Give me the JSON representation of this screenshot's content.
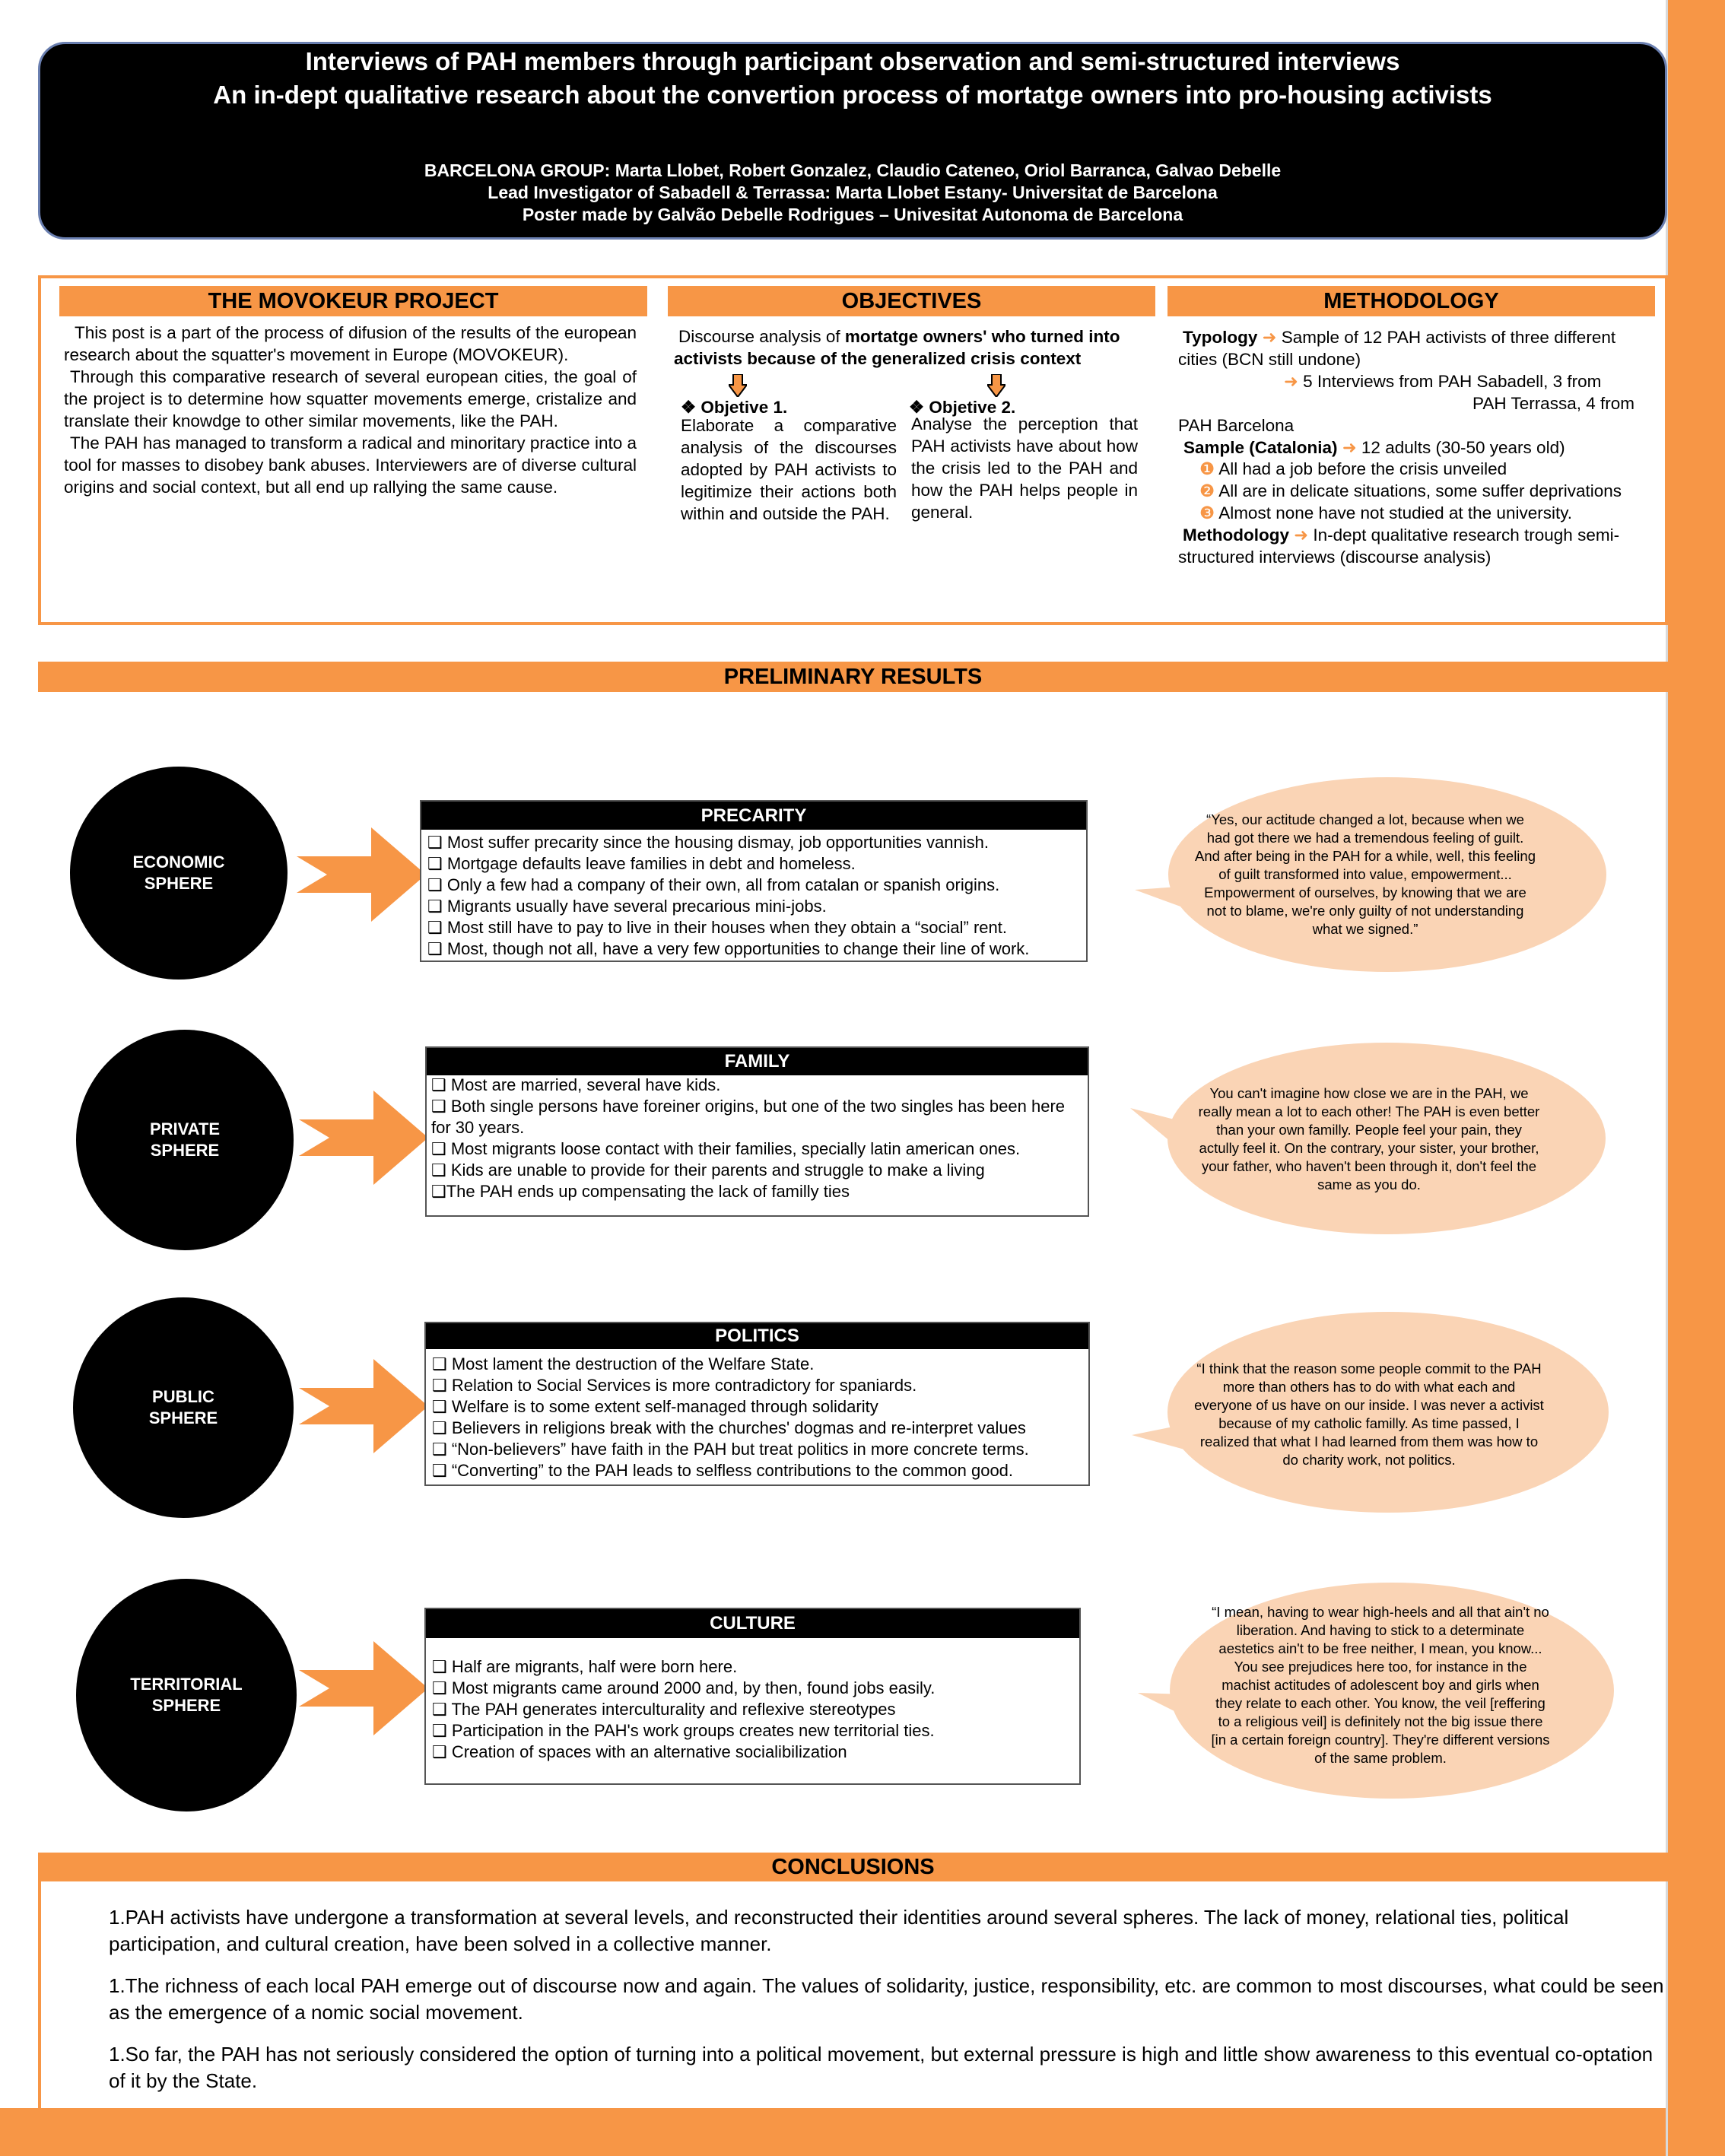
{
  "colors": {
    "accent": "#F79646",
    "bubble": "#FAD4B5",
    "header_bg": "#000000"
  },
  "header": {
    "title1": "Interviews of PAH members through participant observation and semi-structured interviews",
    "title2": "An in-dept qualitative research about the convertion process of mortatge owners into pro-housing activists",
    "authors": "BARCELONA GROUP: Marta Llobet, Robert Gonzalez, Claudio Cateneo, Oriol Barranca, Galvao Debelle",
    "lead": "Lead Investigator of Sabadell & Terrassa: Marta Llobet Estany- Universitat de Barcelona",
    "poster_by": "Poster made by Galvão Debelle  Rodrigues – Univesitat Autonoma de Barcelona"
  },
  "movokeur": {
    "title": "THE MOVOKEUR PROJECT",
    "p1": "This post is a part of the process of difusion of the results of the european research about the squatter's movement in Europe (MOVOKEUR).",
    "p2": "Through this comparative research of several european cities, the goal of the project is to determine how squatter movements emerge, cristalize and translate their knowdge to other similar movements, like the PAH.",
    "p3": "The PAH has managed to transform a radical and minoritary practice into a tool for masses to disobey bank abuses. Interviewers are of diverse cultural origins and social context, but all end up rallying the same cause."
  },
  "objectives": {
    "title": "OBJECTIVES",
    "intro_plain": "Discourse analysis of ",
    "intro_bold": "mortatge owners' who turned into activists because of the generalized crisis context",
    "obj1_title": "❖ Objetive 1.",
    "obj1_text": "Elaborate a comparative analysis of the discourses adopted by PAH activists to legitimize their actions both within and outside the PAH.",
    "obj2_title": "❖ Objetive 2.",
    "obj2_text": "Analyse the perception that PAH activists have about how the crisis led to the PAH and how the PAH helps people in general."
  },
  "methodology": {
    "title": "METHODOLOGY",
    "typology_label": "Typology",
    "typology_text": " Sample of 12 PAH activists of three different cities (BCN still undone)",
    "interviews_1": "5 Interviews from PAH Sabadell, 3 from",
    "interviews_2": "PAH Terrassa, 4 from",
    "interviews_3": "PAH Barcelona",
    "sample_label": "Sample (Catalonia)",
    "sample_text": " 12 adults (30-50 years old)",
    "point1": "All had a job before the crisis unveiled",
    "point2": "All are in delicate situations, some suffer deprivations",
    "point3": "Almost none have not studied at the university.",
    "method_label": "Methodology",
    "method_text": " In-dept qualitative research trough semi-structured interviews (discourse analysis)"
  },
  "preliminary": {
    "title": "PRELIMINARY RESULTS"
  },
  "spheres": [
    {
      "circle_line1": "ECONOMIC",
      "circle_line2": "SPHERE",
      "box_title": "PRECARITY",
      "items": [
        "❑ Most suffer precarity since the housing dismay, job opportunities vannish.",
        "❑ Mortgage defaults leave families in debt and homeless.",
        "❑ Only a few had a company of their own, all from catalan or spanish origins.",
        "❑ Migrants usually have several precarious mini-jobs.",
        "❑ Most still have to pay to live in their houses when they obtain a “social” rent.",
        "❑ Most, though not all, have a very few opportunities to change their line of work."
      ],
      "quote": "“Yes, our actitude changed a lot, because when we had got there we had a tremendous feeling of guilt. And after being in the PAH for a while, well, this feeling of guilt transformed into value, empowerment... Empowerment of ourselves, by knowing that we are not to blame, we're only guilty of not understanding what we signed.”"
    },
    {
      "circle_line1": "PRIVATE",
      "circle_line2": "SPHERE",
      "box_title": "FAMILY",
      "items": [
        "❑ Most are married, several have kids.",
        "❑ Both single persons have foreiner origins, but one of the two singles has been here for 30 years.",
        "❑ Most migrants loose contact with their families, specially latin american ones.",
        "❑ Kids are unable to provide for their parents and struggle to make a living",
        "❑The PAH ends up compensating the lack of familly ties"
      ],
      "quote": "You can't imagine how close we are in the PAH, we really mean a lot to each other! The PAH is even better than your own familly. People feel your pain, they actully feel it. On the contrary, your sister, your brother, your father, who haven't been through it, don't feel the same as you do."
    },
    {
      "circle_line1": "PUBLIC",
      "circle_line2": "SPHERE",
      "box_title": "POLITICS",
      "items": [
        "❑ Most lament the destruction of the Welfare State.",
        "❑ Relation to Social Services is more contradictory for spaniards.",
        "❑ Welfare is to some extent self-managed through solidarity",
        "❑ Believers in religions break with the churches' dogmas and re-interpret values",
        "❑ “Non-believers” have faith in the PAH but treat politics in more concrete terms.",
        "❑ “Converting” to the PAH leads to selfless contributions to the common good."
      ],
      "quote": "“I think that the reason some people commit to the PAH more than others has to do with what each and everyone of us have on our inside. I was never a activist because of my catholic familly. As time passed, I realized that what I had learned from them was how to do charity work, not politics."
    },
    {
      "circle_line1": "TERRITORIAL",
      "circle_line2": "SPHERE",
      "box_title": "CULTURE",
      "items": [
        "❑ Half are migrants, half were born here.",
        "❑ Most migrants came around 2000 and, by then, found jobs easily.",
        "❑ The PAH generates interculturality and reflexive stereotypes",
        "❑ Participation in the PAH's work groups creates new territorial ties.",
        "❑ Creation of spaces with an alternative socialibilization"
      ],
      "quote": "“I mean, having to wear high-heels and all that ain't no liberation. And having to stick to a determinate aestetics ain't to be free neither, I mean, you know... You see prejudices here too, for instance in the machist actitudes of adolescent boy and girls when they relate to each other. You know, the veil [reffering to a religious veil] is definitely not the big issue there [in a certain foreign country]. They're different versions of the same problem."
    }
  ],
  "conclusions": {
    "title": "CONCLUSIONS",
    "c1": "1.PAH activists have undergone a transformation at several levels, and reconstructed their identities around several spheres. The lack of money, relational ties, political participation, and cultural creation, have been solved in a collective manner.",
    "c2": "1.The richness of each local PAH emerge out of discourse now and again. The values of solidarity, justice, responsibility, etc. are common to most discourses, what could be seen as the emergence of a nomic social movement.",
    "c3": "1.So far, the PAH has not seriously considered the option of turning into a political movement, but external pressure is high and little show awareness to this eventual co-optation of it by the State."
  }
}
